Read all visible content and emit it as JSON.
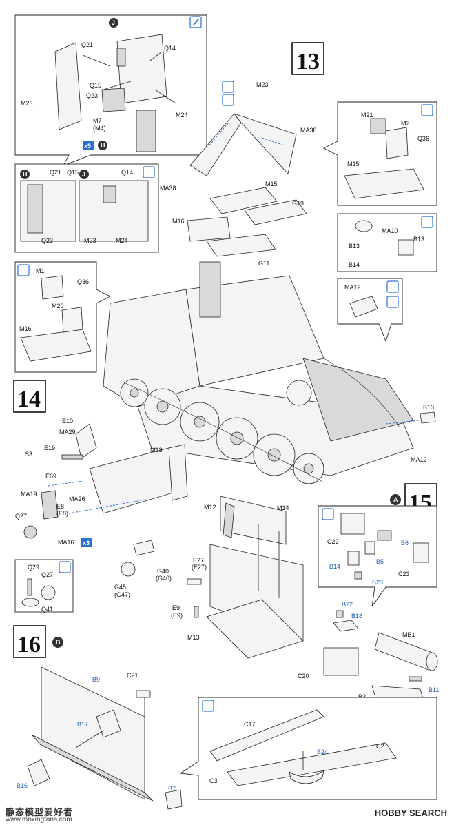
{
  "steps": {
    "s13": "13",
    "s14": "14",
    "s15": "15",
    "s16": "16"
  },
  "markers": {
    "A": "A",
    "B": "B",
    "H": "H",
    "J": "J",
    "x5": "x5",
    "x3": "x3"
  },
  "labels": {
    "q21": "Q21",
    "q14": "Q14",
    "q15": "Q15",
    "q23": "Q23",
    "m23": "M23",
    "m7": "M7",
    "m4": "(M4)",
    "m24": "M24",
    "ma38": "MA38",
    "m15": "M15",
    "g19": "G19",
    "m16": "M16",
    "g11": "G11",
    "m21": "M21",
    "m2": "M2",
    "q36": "Q36",
    "b13": "B13",
    "ma10": "MA10",
    "b14": "B14",
    "ma12": "MA12",
    "m1": "M1",
    "m20": "M20",
    "e10": "E10",
    "ma29": "MA29",
    "s3": "S3",
    "e19": "E19",
    "m13": "M13",
    "e69": "E69",
    "ma19": "MA19",
    "ma26": "MA26",
    "e8": "E8",
    "e8p": "(E8)",
    "q27": "Q27",
    "ma16": "MA16",
    "q29": "Q29",
    "q41": "Q41",
    "g40": "G40",
    "g40p": "(G40)",
    "g45": "G45",
    "g47p": "(G47)",
    "m12": "M12",
    "m14": "M14",
    "e27": "E27",
    "e27p": "(E27)",
    "e9": "E9",
    "e9p": "(E9)",
    "c22": "C22",
    "b6": "B6",
    "b5": "B5",
    "c23": "C23",
    "b23": "B23",
    "b22": "B22",
    "b18": "B18",
    "mb1": "MB1",
    "c20": "C20",
    "b11": "B11",
    "b3": "B3",
    "b9": "B9",
    "c21": "C21",
    "b17": "B17",
    "b16": "B16",
    "b7": "B7",
    "c17": "C17",
    "c2": "C2",
    "b24": "B24",
    "c3": "C3"
  },
  "watermarks": {
    "left": "静态模型爱好者",
    "left_url": "www.moxingfans.com",
    "right": "HOBBY SEARCH"
  },
  "colors": {
    "accent": "#2a6fd6",
    "ink": "#222222",
    "paper": "#ffffff"
  }
}
